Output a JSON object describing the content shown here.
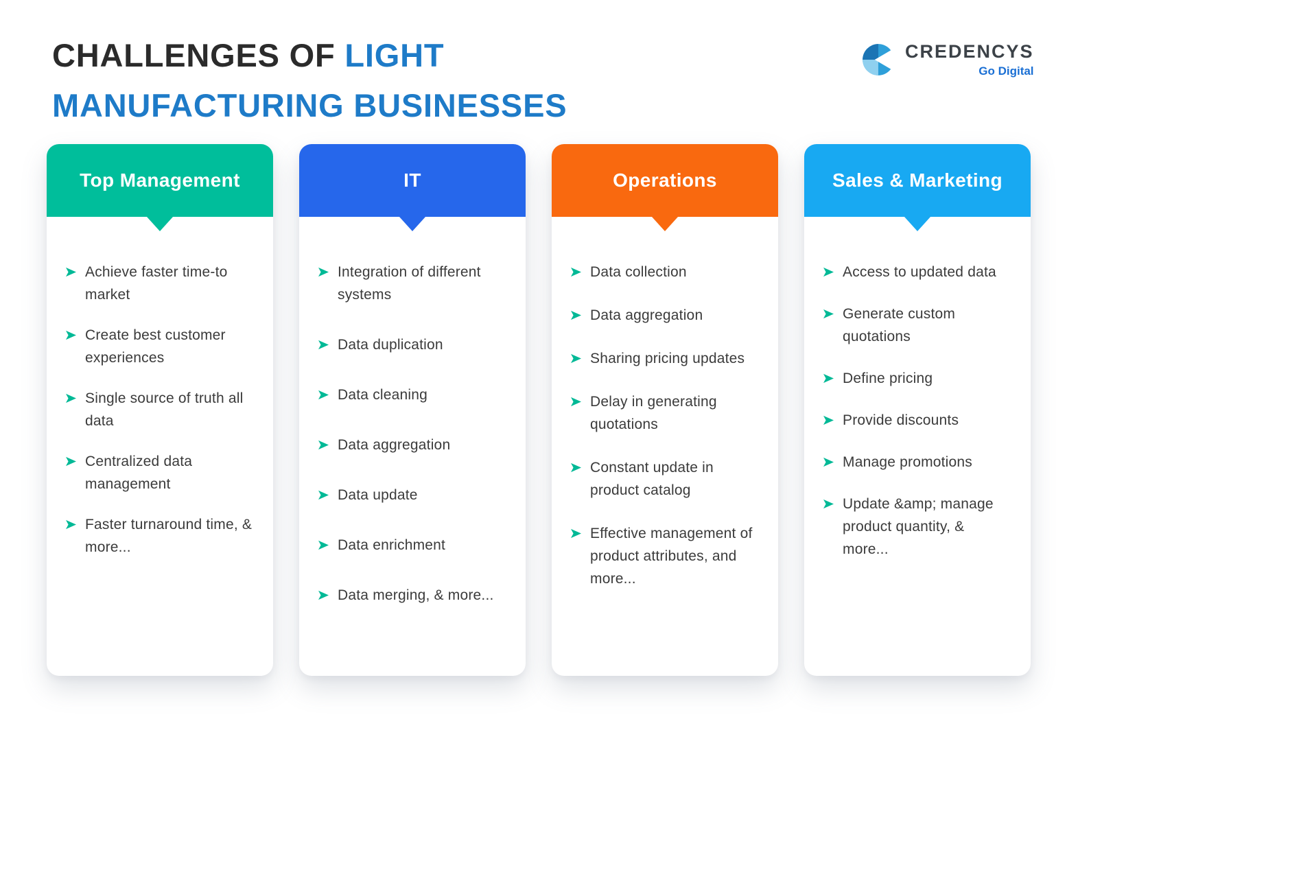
{
  "title": {
    "line1_dark": "CHALLENGES OF ",
    "line1_accent": "LIGHT",
    "line2": "MANUFACTURING BUSINESSES"
  },
  "logo": {
    "brand": "CREDENCYS",
    "tagline": "Go Digital"
  },
  "colors": {
    "bullet": "#00B996",
    "title_accent": "#1E7BC8",
    "title_dark": "#2B2B2B"
  },
  "columns": [
    {
      "title": "Top Management",
      "color": "#00BE9B",
      "items": [
        "Achieve faster time-to market",
        "Create best customer experiences",
        "Single source of truth all data",
        "Centralized data management",
        "Faster turnaround time,  & more..."
      ]
    },
    {
      "title": "IT",
      "color": "#2667EB",
      "items": [
        "Integration of different systems",
        "Data duplication",
        "Data cleaning",
        "Data aggregation",
        "Data update",
        "Data enrichment",
        "Data merging, & more..."
      ]
    },
    {
      "title": "Operations",
      "color": "#F9690F",
      "items": [
        "Data collection",
        "Data aggregation",
        "Sharing pricing updates",
        "Delay in generating quotations",
        "Constant update in product catalog",
        "Effective management of product attributes, and more..."
      ]
    },
    {
      "title": "Sales & Marketing",
      "color": "#18A9F2",
      "items": [
        "Access to updated data",
        "Generate custom quotations",
        "Define pricing",
        "Provide discounts",
        "Manage promotions",
        "Update &amp; manage product quantity, & more..."
      ]
    }
  ]
}
